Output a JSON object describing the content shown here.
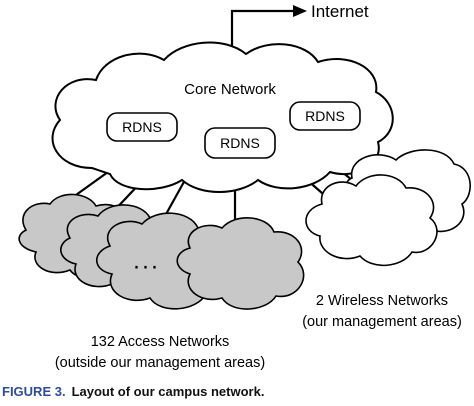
{
  "diagram": {
    "internet_label": "Internet",
    "core_label": "Core Network",
    "rdns_labels": [
      "RDNS",
      "RDNS",
      "RDNS"
    ],
    "access_dots": "···",
    "access_label_line1": "132 Access Networks",
    "access_label_line2": "(outside our management areas)",
    "wireless_label_line1": "2 Wireless Networks",
    "wireless_label_line2": "(our management areas)",
    "colors": {
      "stroke": "#000000",
      "access_fill": "#c8c8c8",
      "cloud_fill": "#ffffff",
      "caption_accent": "#2f4d91"
    }
  },
  "caption": {
    "figure": "FIGURE 3.",
    "text": "Layout of our campus network."
  }
}
